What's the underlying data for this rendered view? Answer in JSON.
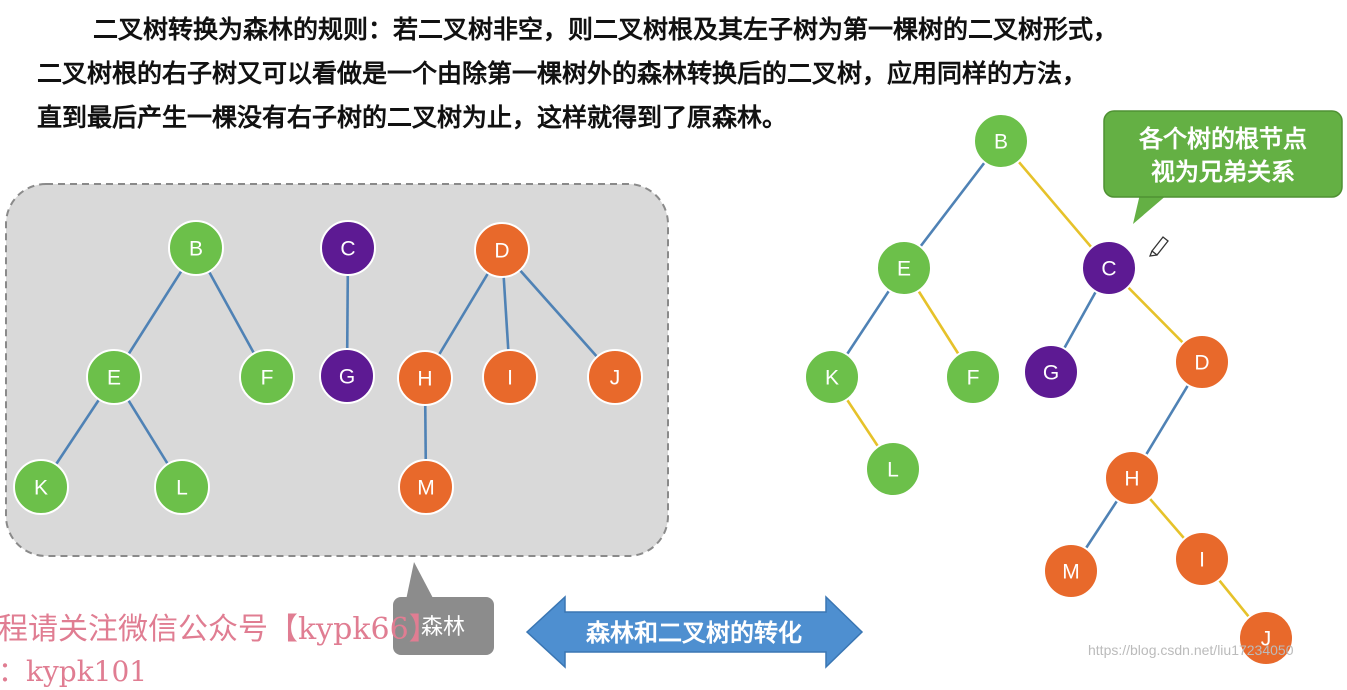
{
  "intro": {
    "line1": "二叉树转换为森林的规则：若二叉树非空，则二叉树根及其左子树为第一棵树的二叉树形式，",
    "line2": "二叉树根的右子树又可以看做是一个由除第一棵树外的森林转换后的二叉树，应用同样的方法，",
    "line3": "直到最后产生一棵没有右子树的二叉树为止，这样就得到了原森林。"
  },
  "colors": {
    "green": "#6cc04a",
    "purple": "#5d1a93",
    "orange": "#e8692b",
    "child_edge": "#4f82b5",
    "sibling_edge": "#e6c22a",
    "forest_bg": "#d9d9d9",
    "callout_green": "#64b044",
    "arrow_blue": "#4e8fd0"
  },
  "forest": {
    "label": "森林",
    "nodes": [
      {
        "id": "fB",
        "label": "B",
        "color": "green"
      },
      {
        "id": "fE",
        "label": "E",
        "color": "green"
      },
      {
        "id": "fF",
        "label": "F",
        "color": "green"
      },
      {
        "id": "fK",
        "label": "K",
        "color": "green"
      },
      {
        "id": "fL",
        "label": "L",
        "color": "green"
      },
      {
        "id": "fC",
        "label": "C",
        "color": "purple"
      },
      {
        "id": "fG",
        "label": "G",
        "color": "purple"
      },
      {
        "id": "fD",
        "label": "D",
        "color": "orange"
      },
      {
        "id": "fH",
        "label": "H",
        "color": "orange"
      },
      {
        "id": "fI",
        "label": "I",
        "color": "orange"
      },
      {
        "id": "fJ",
        "label": "J",
        "color": "orange"
      },
      {
        "id": "fM",
        "label": "M",
        "color": "orange"
      }
    ],
    "edges": [
      [
        "fB",
        "fE"
      ],
      [
        "fB",
        "fF"
      ],
      [
        "fE",
        "fK"
      ],
      [
        "fE",
        "fL"
      ],
      [
        "fC",
        "fG"
      ],
      [
        "fD",
        "fH"
      ],
      [
        "fD",
        "fI"
      ],
      [
        "fD",
        "fJ"
      ],
      [
        "fH",
        "fM"
      ]
    ]
  },
  "binary_tree": {
    "nodes": [
      {
        "id": "bB",
        "label": "B",
        "color": "green"
      },
      {
        "id": "bE",
        "label": "E",
        "color": "green"
      },
      {
        "id": "bK",
        "label": "K",
        "color": "green"
      },
      {
        "id": "bF",
        "label": "F",
        "color": "green"
      },
      {
        "id": "bL",
        "label": "L",
        "color": "green"
      },
      {
        "id": "bC",
        "label": "C",
        "color": "purple"
      },
      {
        "id": "bG",
        "label": "G",
        "color": "purple"
      },
      {
        "id": "bD",
        "label": "D",
        "color": "orange"
      },
      {
        "id": "bH",
        "label": "H",
        "color": "orange"
      },
      {
        "id": "bM",
        "label": "M",
        "color": "orange"
      },
      {
        "id": "bI",
        "label": "I",
        "color": "orange"
      },
      {
        "id": "bJ",
        "label": "J",
        "color": "orange"
      }
    ],
    "edges": [
      {
        "from": "bB",
        "to": "bE",
        "kind": "child"
      },
      {
        "from": "bB",
        "to": "bC",
        "kind": "sibling"
      },
      {
        "from": "bE",
        "to": "bK",
        "kind": "child"
      },
      {
        "from": "bE",
        "to": "bF",
        "kind": "sibling"
      },
      {
        "from": "bK",
        "to": "bL",
        "kind": "sibling"
      },
      {
        "from": "bC",
        "to": "bG",
        "kind": "child"
      },
      {
        "from": "bC",
        "to": "bD",
        "kind": "sibling"
      },
      {
        "from": "bD",
        "to": "bH",
        "kind": "child"
      },
      {
        "from": "bH",
        "to": "bM",
        "kind": "child"
      },
      {
        "from": "bH",
        "to": "bI",
        "kind": "sibling"
      },
      {
        "from": "bI",
        "to": "bJ",
        "kind": "sibling"
      }
    ]
  },
  "callout": {
    "line1": "各个树的根节点",
    "line2": "视为兄弟关系"
  },
  "arrow_label": "森林和二叉树的转化",
  "watermark": {
    "line1": "程请关注微信公众号【kypk66】",
    "line2": "：kypk101"
  },
  "url": "https://blog.csdn.net/liu17234050"
}
